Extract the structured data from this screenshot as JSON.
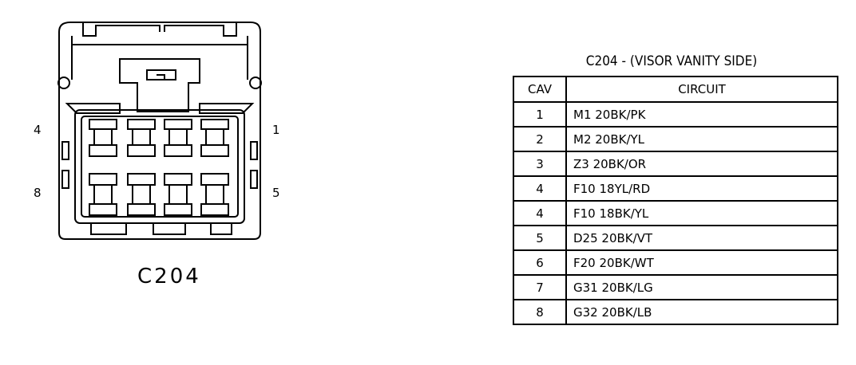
{
  "connector": {
    "name": "C204",
    "pin_labels": {
      "top_left": "4",
      "top_right": "1",
      "bottom_left": "8",
      "bottom_right": "5"
    }
  },
  "table": {
    "title": "C204 - (VISOR VANITY SIDE)",
    "headers": {
      "cav": "CAV",
      "circuit": "CIRCUIT"
    },
    "rows": [
      {
        "cav": "1",
        "circuit": "M1 20BK/PK"
      },
      {
        "cav": "2",
        "circuit": "M2 20BK/YL"
      },
      {
        "cav": "3",
        "circuit": "Z3 20BK/OR"
      },
      {
        "cav": "4",
        "circuit": "F10 18YL/RD"
      },
      {
        "cav": "4",
        "circuit": "F10 18BK/YL"
      },
      {
        "cav": "5",
        "circuit": "D25 20BK/VT"
      },
      {
        "cav": "6",
        "circuit": "F20 20BK/WT"
      },
      {
        "cav": "7",
        "circuit": "G31 20BK/LG"
      },
      {
        "cav": "8",
        "circuit": "G32 20BK/LB"
      }
    ]
  }
}
